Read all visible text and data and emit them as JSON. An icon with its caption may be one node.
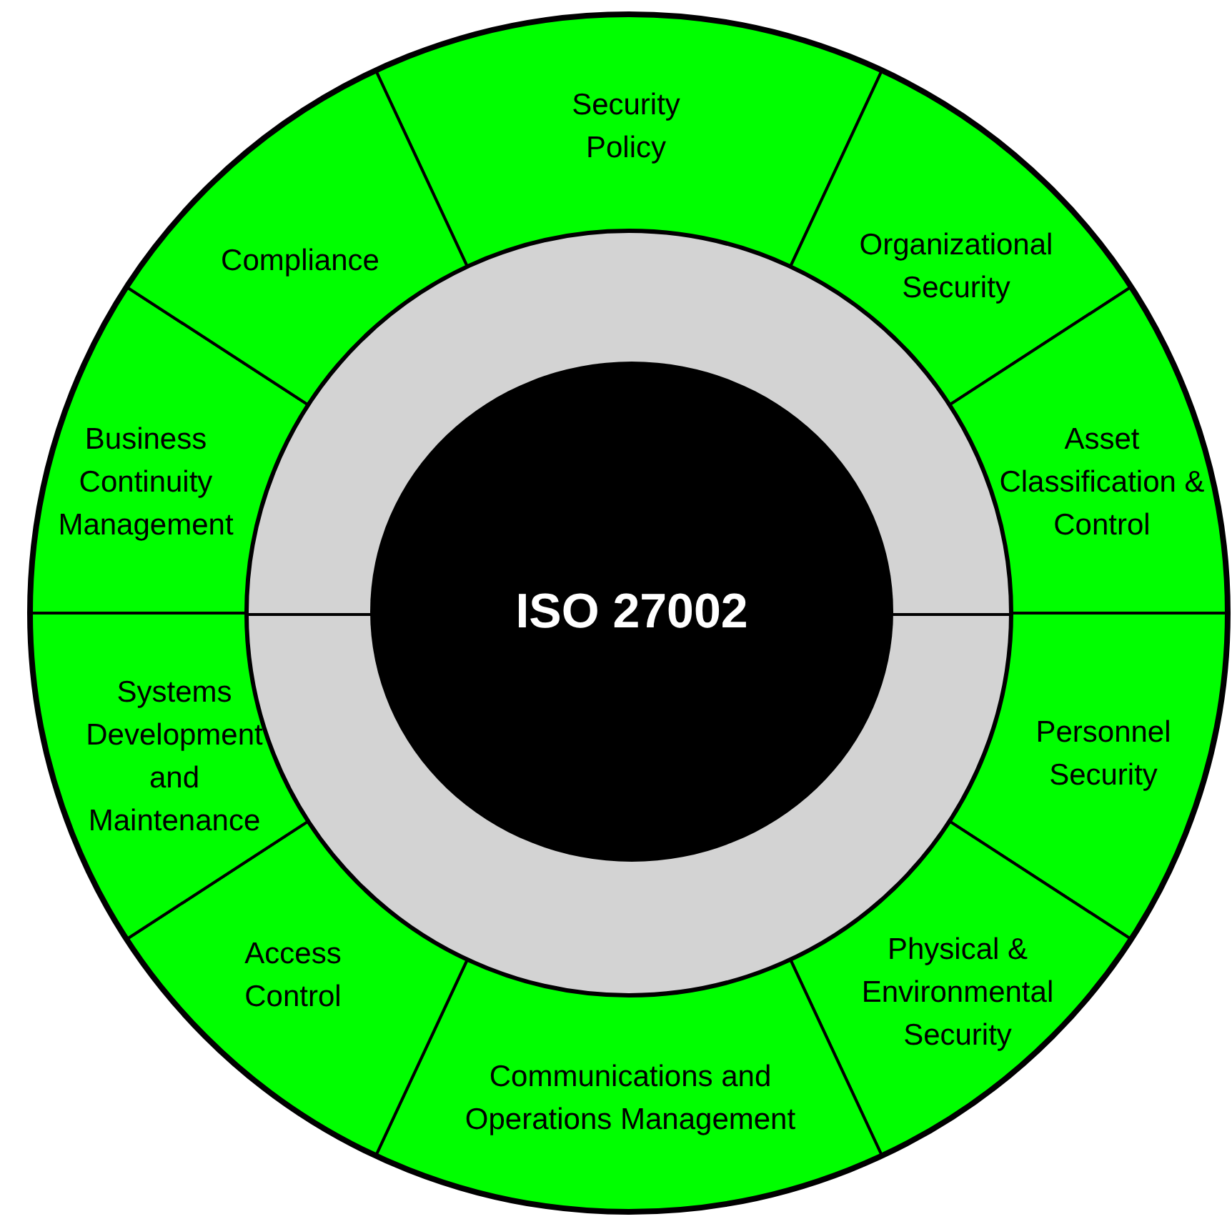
{
  "diagram": {
    "nodes": [
      {
        "text": [
          "ISO 27002"
        ]
      },
      {
        "text": [
          "Security Policy"
        ]
      },
      {
        "text": [
          "Organizational Security"
        ]
      },
      {
        "text": [
          "Asset Classification & Control"
        ]
      },
      {
        "text": [
          "Personnel Security"
        ]
      },
      {
        "text": [
          "Physical & Environmental Security"
        ]
      },
      {
        "text": [
          "Communications and Operations Management"
        ]
      },
      {
        "text": [
          "Access Control"
        ]
      },
      {
        "text": [
          "Systems Development and Maintenance"
        ]
      },
      {
        "text": [
          "Business Continuity Management"
        ]
      },
      {
        "text": [
          "Compliance"
        ]
      }
    ],
    "edges": []
  }
}
